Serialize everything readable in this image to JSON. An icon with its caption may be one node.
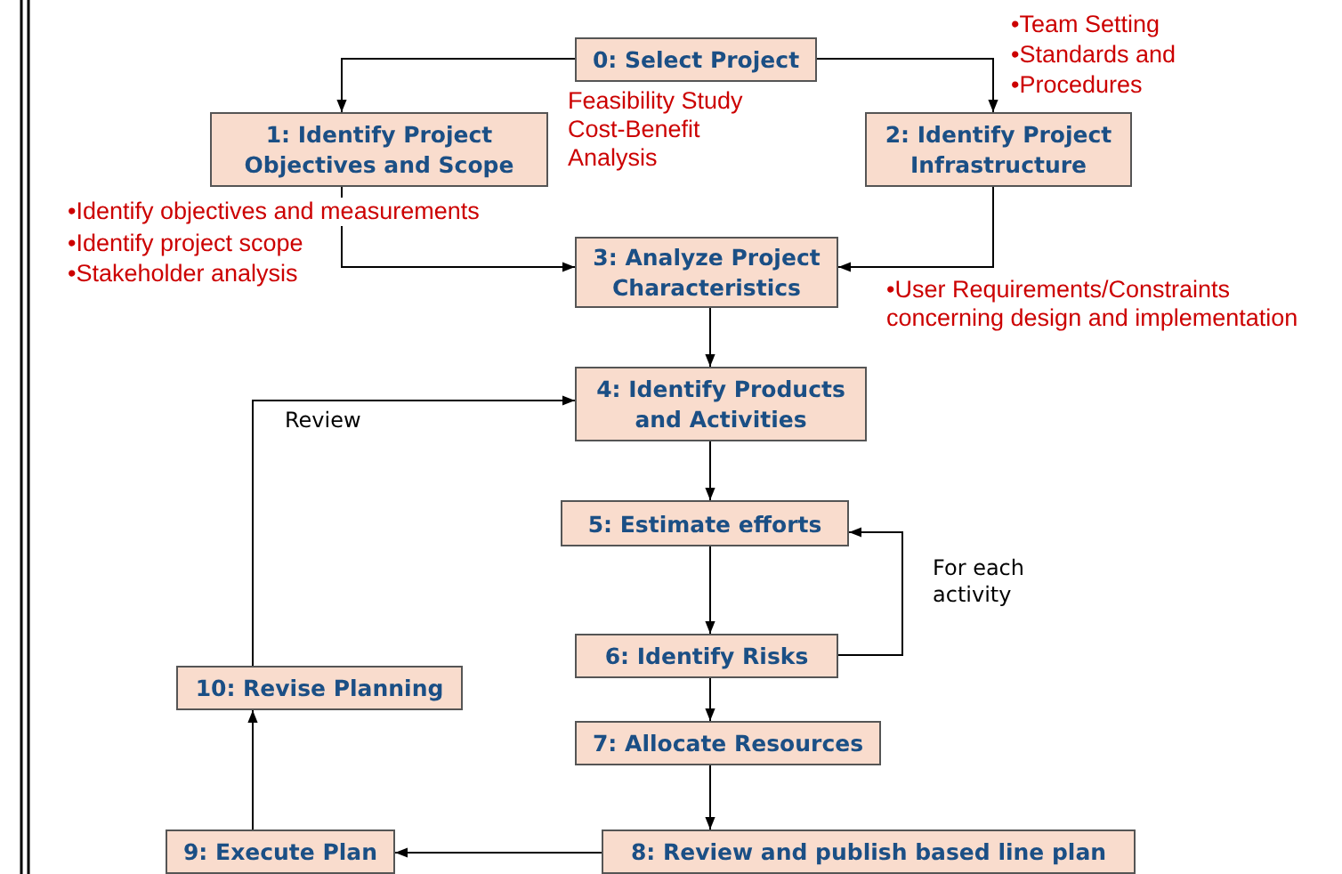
{
  "diagram": {
    "nodes": [
      {
        "text": [
          "0: Select Project"
        ]
      },
      {
        "text": [
          "1: Identify Project Objectives and Scope"
        ]
      },
      {
        "text": [
          "2: Identify Project Infrastructure"
        ]
      },
      {
        "text": [
          "3: Analyze Project Characteristics"
        ]
      },
      {
        "text": [
          "4: Identify Products and Activities"
        ]
      },
      {
        "text": [
          "5: Estimate efforts"
        ]
      },
      {
        "text": [
          "6: Identify Risks"
        ]
      },
      {
        "text": [
          "7: Allocate Resources"
        ]
      },
      {
        "text": [
          "8: Review and publish based line plan"
        ]
      },
      {
        "text": [
          "9: Execute Plan"
        ]
      },
      {
        "text": [
          "10: Revise Planning"
        ]
      }
    ],
    "edges": [
      {
        "from": 0,
        "to": 1,
        "arrow": "to"
      },
      {
        "from": 0,
        "to": 2,
        "arrow": "to"
      },
      {
        "from": 1,
        "to": 3,
        "arrow": "to"
      },
      {
        "from": 2,
        "to": 3,
        "arrow": "to"
      },
      {
        "from": 3,
        "to": 4,
        "arrow": "to"
      },
      {
        "from": 4,
        "to": 5,
        "arrow": "to"
      },
      {
        "from": 5,
        "to": 6,
        "arrow": "to"
      },
      {
        "from": 6,
        "to": 7,
        "arrow": "to"
      },
      {
        "from": 7,
        "to": 8,
        "arrow": "to"
      },
      {
        "from": 6,
        "to": 5,
        "arrow": "to",
        "label": "For each activity"
      },
      {
        "from": 8,
        "to": 9,
        "arrow": "to"
      },
      {
        "from": 9,
        "to": 10,
        "arrow": "to"
      },
      {
        "from": 10,
        "to": 4,
        "arrow": "to",
        "label": "Review"
      }
    ],
    "labels": [
      "•Team Setting",
      "•Standards and",
      "•Procedures",
      "Feasibility Study Cost-Benefit Analysis",
      "•Identify objectives and measurements",
      "•Identify project scope",
      "•Stakeholder analysis",
      "•User Requirements/Constraints concerning design and implementation"
    ]
  }
}
